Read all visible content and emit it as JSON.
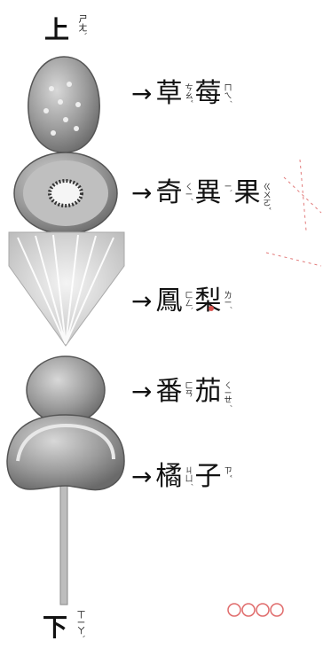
{
  "top": {
    "char": "上",
    "zhuyin": "ㄕㄤˋ"
  },
  "bottom": {
    "char": "下",
    "zhuyin": "ㄒㄧㄚˋ"
  },
  "arrow": "→",
  "items": [
    {
      "fruit": "strawberry-icon",
      "chars": [
        {
          "c": "草",
          "z": "ㄘㄠˇ"
        },
        {
          "c": "莓",
          "z": "ㄇㄟˊ"
        }
      ]
    },
    {
      "fruit": "kiwi-icon",
      "chars": [
        {
          "c": "奇",
          "z": "ㄑㄧˊ"
        },
        {
          "c": "異",
          "z": "ㄧˋ"
        },
        {
          "c": "果",
          "z": "ㄍㄨㄛˇ"
        }
      ]
    },
    {
      "fruit": "pineapple-icon",
      "chars": [
        {
          "c": "鳳",
          "z": "ㄈㄥˋ"
        },
        {
          "c": "梨",
          "z": "ㄌㄧˊ"
        }
      ]
    },
    {
      "fruit": "tomato-icon",
      "chars": [
        {
          "c": "番",
          "z": "ㄈㄢ"
        },
        {
          "c": "茄",
          "z": "ㄑㄧㄝˊ"
        }
      ]
    },
    {
      "fruit": "orange-icon",
      "chars": [
        {
          "c": "橘",
          "z": "ㄐㄩˊ"
        },
        {
          "c": "子",
          "z": "ㄗˇ"
        }
      ]
    }
  ],
  "colors": {
    "fruit_fill": "#8a8a8a",
    "fruit_light": "#cfcfcf",
    "ink": "#111111",
    "red_mark": "#d9534f"
  }
}
